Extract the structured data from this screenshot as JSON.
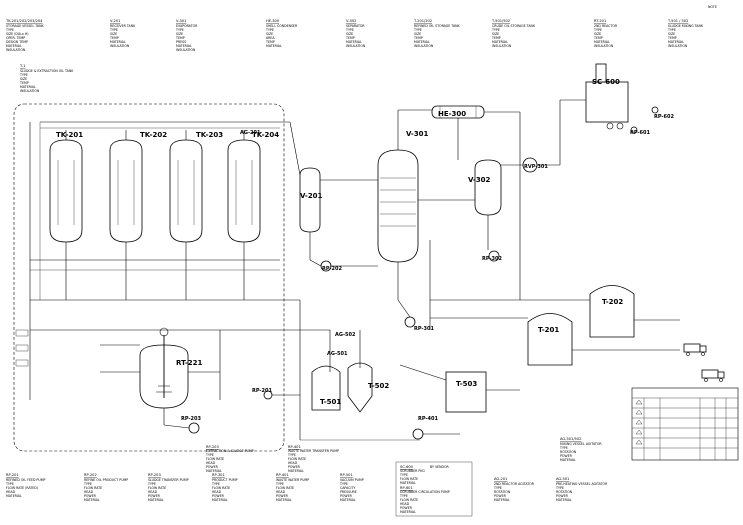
{
  "note_label": "NOTE",
  "equipment_specs": {
    "tk201": {
      "title": "TK-201/202/203/204",
      "lines": [
        "STORAGE VESSEL TANK",
        "TYPE",
        "SIZE (DIA.x H)",
        "OPER. TEMP",
        "DESIGN TEMP",
        "MATERIAL",
        "INSULATION"
      ]
    },
    "v201": {
      "title": "V-201",
      "lines": [
        "RECEIVER TANK",
        "TYPE",
        "SIZE",
        "TEMP",
        "MATERIAL",
        "INSULATION"
      ]
    },
    "v301": {
      "title": "V-301",
      "lines": [
        "EVAPORATOR",
        "TYPE",
        "SIZE",
        "TEMP",
        "PRESS",
        "MATERIAL",
        "INSULATION"
      ]
    },
    "he300": {
      "title": "HE-300",
      "lines": [
        "SHELL CONDENSER",
        "TYPE",
        "SIZE",
        "AREA",
        "TEMP",
        "MATERIAL"
      ]
    },
    "v302": {
      "title": "V-302",
      "lines": [
        "SEPARATOR",
        "TYPE",
        "SIZE",
        "TEMP",
        "MATERIAL",
        "INSULATION"
      ]
    },
    "t201": {
      "title": "T-201/202",
      "lines": [
        "REFINED OIL STORAGE TANK",
        "TYPE",
        "SIZE",
        "TEMP",
        "MATERIAL",
        "INSULATION"
      ]
    },
    "t501": {
      "title": "T-501/502",
      "lines": [
        "CRUDE OIL STORAGE TANK",
        "TYPE",
        "SIZE",
        "TEMP",
        "MATERIAL",
        "INSULATION"
      ]
    },
    "rt201": {
      "title": "RT-201",
      "lines": [
        "2ND REACTOR",
        "TYPE",
        "SIZE",
        "TEMP",
        "MATERIAL",
        "INSULATION"
      ]
    },
    "t503": {
      "title": "T-501 / 502",
      "lines": [
        "SLUDGE MIXING TANK",
        "TYPE",
        "SIZE",
        "TEMP",
        "MATERIAL",
        "INSULATION"
      ]
    },
    "t1": {
      "title": "T-1",
      "lines": [
        "SLUDGE & EXTRACTION OIL TANK",
        "TYPE",
        "SIZE",
        "TEMP",
        "MATERIAL",
        "INSULATION"
      ]
    }
  },
  "tags": {
    "tk201": "TK-201",
    "tk202": "TK-202",
    "tk203": "TK-203",
    "tk204": "TK-204",
    "he300": "HE-300",
    "v301": "V-301",
    "v201": "V-201",
    "v302": "V-302",
    "sc600": "SC-600",
    "rp602": "RP-602",
    "rp601": "RP-601",
    "rvp301": "RVP-301",
    "rp202": "RP-202",
    "rp302": "RP-302",
    "rp301": "RP-301",
    "ag502": "AG-502",
    "ag501": "AG-501",
    "rt221": "RT-221",
    "rp203": "RP-203",
    "rp201": "RP-201",
    "t501": "T-501",
    "t502": "T-502",
    "t503": "T-503",
    "t201": "T-201",
    "t202": "T-202",
    "rp401": "RP-401",
    "ag201": "AG-201"
  },
  "pump_specs": [
    {
      "title": "RP-201",
      "sub": "REFINED OIL FEED PUMP",
      "lines": [
        "TYPE",
        "FLOW RATE (RATED)",
        "HEAD",
        "MATERIAL"
      ]
    },
    {
      "title": "RP-202",
      "sub": "REFINE OIL PRODUCT PUMP",
      "lines": [
        "TYPE",
        "FLOW RATE",
        "HEAD",
        "POWER",
        "MATERIAL"
      ]
    },
    {
      "title": "RP-203",
      "sub": "SLUDGE TRANSFER PUMP",
      "lines": [
        "TYPE",
        "FLOW RATE",
        "HEAD",
        "POWER",
        "MATERIAL"
      ]
    },
    {
      "title": "RP-301",
      "sub": "PRODUCT PUMP",
      "lines": [
        "TYPE",
        "FLOW RATE",
        "HEAD",
        "POWER",
        "MATERIAL"
      ]
    },
    {
      "title": "RP-401",
      "sub": "WASTE WATER PUMP",
      "lines": [
        "TYPE",
        "FLOW RATE",
        "HEAD",
        "POWER",
        "MATERIAL"
      ]
    },
    {
      "title": "RP-501",
      "sub": "VACUUM PUMP",
      "lines": [
        "TYPE",
        "CAPACITY",
        "PRESSURE",
        "POWER",
        "MATERIAL"
      ]
    },
    {
      "title": "SC-600",
      "sub": "BY VENDOR",
      "lines": [
        "SCRUBBER PKG",
        "TYPE",
        "FLOW RATE",
        "MATERIAL",
        "RP-601",
        "SCRUBBER CIRCULATION PUMP",
        "TYPE",
        "FLOW RATE",
        "HEAD",
        "POWER",
        "MATERIAL"
      ]
    },
    {
      "title": "AG-201",
      "sub": "2ND REACTOR AGITATOR",
      "lines": [
        "TYPE",
        "ROTATION",
        "POWER",
        "MATERIAL"
      ]
    },
    {
      "title": "AG-501",
      "sub": "PRE-HEATING VESSEL AGITATOR",
      "lines": [
        "TYPE",
        "ROTATION",
        "POWER",
        "MATERIAL"
      ]
    }
  ],
  "ag502_spec": {
    "title": "AG-501/502",
    "lines": [
      "MIXING VESSEL AGITATOR",
      "TYPE",
      "ROTATION",
      "POWER",
      "MATERIAL"
    ]
  },
  "pump_caption": {
    "title": "RP-401",
    "lines": [
      "WASTE WATER TRANSFER PUMP",
      "TYPE",
      "FLOW RATE",
      "HEAD",
      "POWER",
      "MATERIAL"
    ]
  },
  "sludge_caption": {
    "title": "RP-203",
    "lines": [
      "EXTRACTION & SLUDGE PUMP",
      "TYPE",
      "FLOW RATE",
      "HEAD",
      "POWER",
      "MATERIAL"
    ]
  },
  "revision_table": {
    "rows": [
      [
        "",
        "",
        "",
        "",
        "",
        ""
      ],
      [
        "",
        "",
        "",
        "",
        "",
        ""
      ],
      [
        "",
        "",
        "",
        "",
        "",
        ""
      ],
      [
        "",
        "",
        "",
        "",
        "",
        ""
      ],
      [
        "",
        "",
        "",
        "",
        "",
        ""
      ],
      [
        "",
        "",
        "",
        "",
        "",
        ""
      ],
      [
        "",
        "",
        "",
        "",
        "",
        ""
      ]
    ]
  }
}
